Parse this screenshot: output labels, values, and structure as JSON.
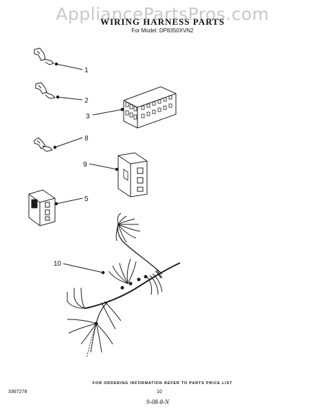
{
  "watermark": "AppliancePartsPros.com",
  "title": "WIRING HARNESS PARTS",
  "subtitle": "For Model: DP8350XVN2",
  "callouts": {
    "c1": "1",
    "c2": "2",
    "c3": "3",
    "c8": "8",
    "c9": "9",
    "c5": "5",
    "c10": "10"
  },
  "footer": {
    "order_info": "FOR ORDERING INFORMATION REFER TO PARTS PRICE LIST",
    "doc_number": "3367278",
    "page_number": "10",
    "handwritten": "9-08-8-N"
  }
}
